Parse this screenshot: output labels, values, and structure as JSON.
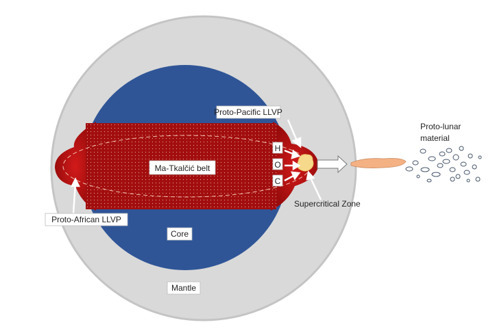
{
  "title": "Proto-lunar material formation from Earth's interior",
  "labels": {
    "pacific": "Proto-Pacific LLVP",
    "belt": "Ma-Tkalčić belt",
    "h": "H",
    "o": "O",
    "c": "C",
    "supercritical": "Supercritical Zone",
    "african": "Proto-African LLVP",
    "core": "Core",
    "mantle": "Mantle",
    "lunar_line1": "Proto-lunar",
    "lunar_line2": "material"
  },
  "colors": {
    "mantle": "#d9d9d9",
    "core": "#2f5597",
    "belt": "#a50f0f",
    "supercritical": "#f6d98a",
    "ejecta": "#f4b183"
  }
}
